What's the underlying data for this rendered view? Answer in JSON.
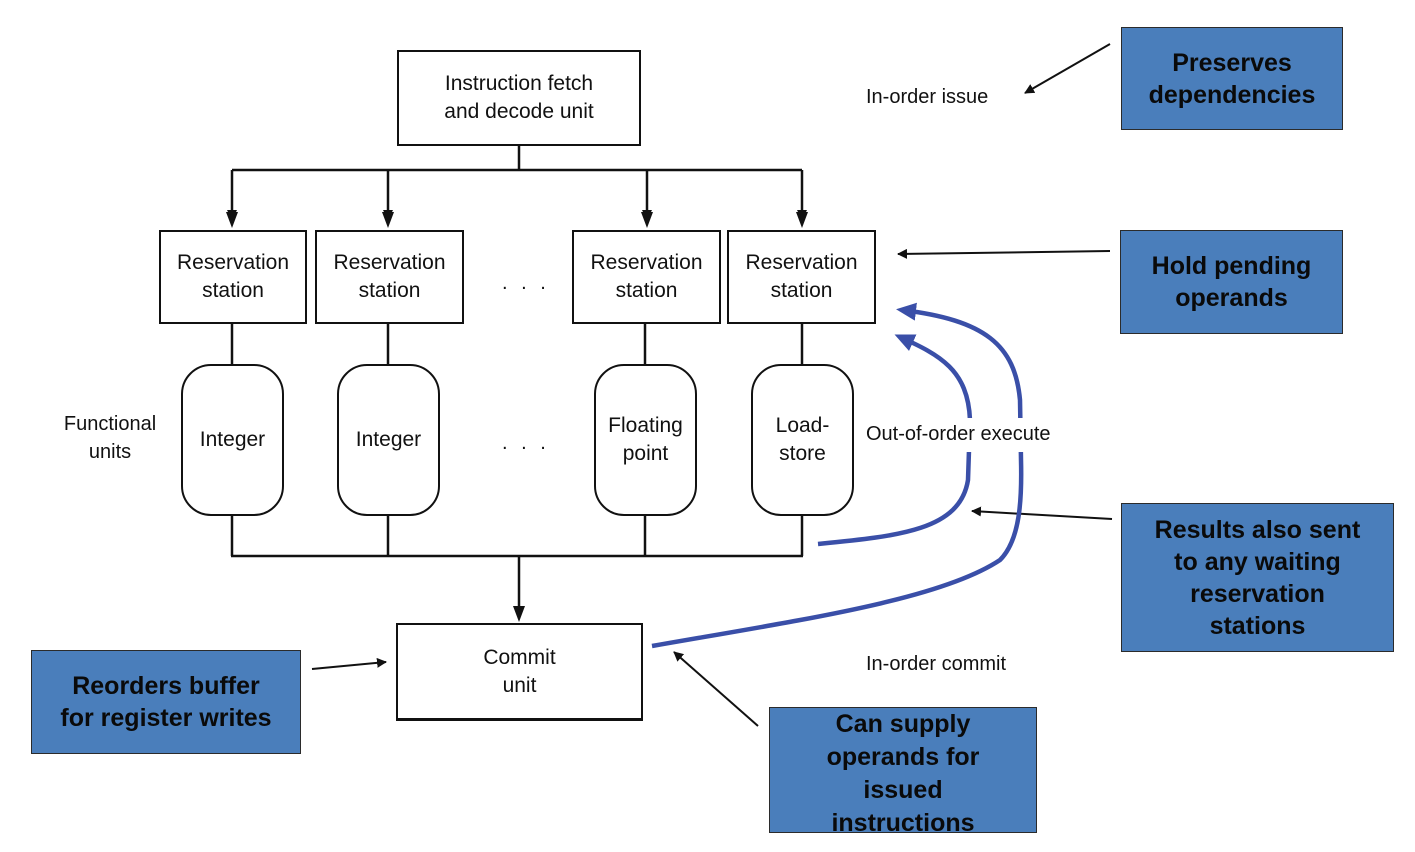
{
  "diagram": {
    "fetch_unit": {
      "line1": "Instruction fetch",
      "line2": "and decode unit"
    },
    "reservation_stations": [
      {
        "line1": "Reservation",
        "line2": "station"
      },
      {
        "line1": "Reservation",
        "line2": "station"
      },
      {
        "line1": "Reservation",
        "line2": "station"
      },
      {
        "line1": "Reservation",
        "line2": "station"
      }
    ],
    "functional_units": [
      {
        "line1": "Integer",
        "line2": ""
      },
      {
        "line1": "Integer",
        "line2": ""
      },
      {
        "line1": "Floating",
        "line2": "point"
      },
      {
        "line1": "Load-",
        "line2": "store"
      }
    ],
    "ellipsis": ". . .",
    "functional_units_label": {
      "line1": "Functional",
      "line2": "units"
    },
    "commit_unit": {
      "line1": "Commit",
      "line2": "unit"
    },
    "stage_labels": {
      "in_order_issue": "In-order issue",
      "out_of_order_execute": "Out-of-order execute",
      "in_order_commit": "In-order commit"
    },
    "callouts": {
      "preserves_dependencies": {
        "line1": "Preserves",
        "line2": "dependencies"
      },
      "hold_pending_operands": {
        "line1": "Hold pending",
        "line2": "operands"
      },
      "results_also_sent": {
        "line1": "Results also sent",
        "line2": "to any waiting",
        "line3": "reservation",
        "line4": "stations"
      },
      "reorders_buffer": {
        "line1": "Reorders buffer",
        "line2": "for register writes"
      },
      "can_supply_operands": {
        "line1": "Can supply",
        "line2": "operands for",
        "line3": "issued",
        "line4": "instructions"
      }
    },
    "colors": {
      "callout_fill": "#4a7ebb",
      "feedback_arrow": "#3a4fa8",
      "line": "#111111"
    }
  }
}
